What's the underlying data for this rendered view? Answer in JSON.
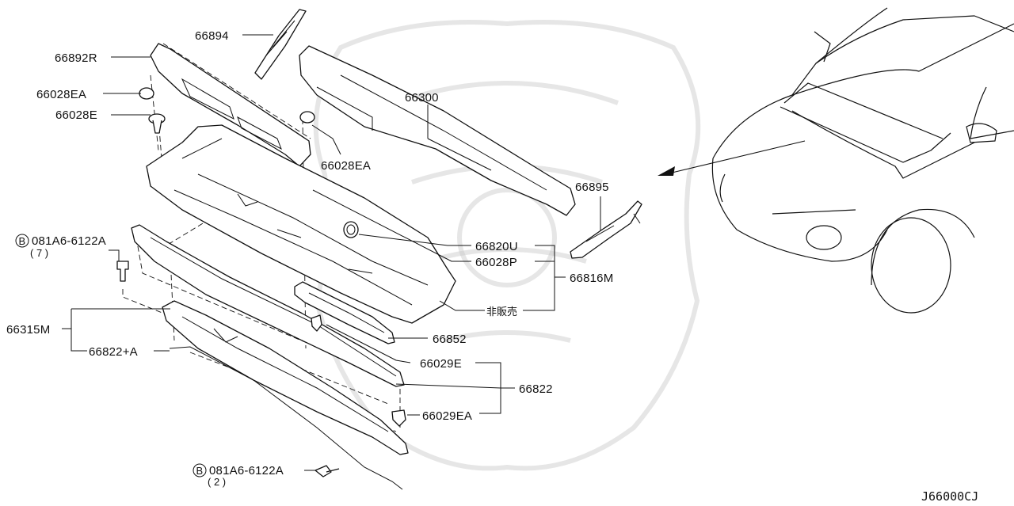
{
  "diagram_code": "J66000CJ",
  "non_sale_note": "非販売",
  "bolt_symbol": "B",
  "labels": {
    "p66894": "66894",
    "p66892R": "66892R",
    "p66028EA_top": "66028EA",
    "p66028E": "66028E",
    "p66300": "66300",
    "p66028EA_mid": "66028EA",
    "p66895": "66895",
    "bolt_top_code": "081A6-6122A",
    "bolt_top_qty": "( 7 )",
    "p66820U": "66820U",
    "p66028P": "66028P",
    "p66816M": "66816M",
    "p66315M": "66315M",
    "p66822A": "66822+A",
    "p66852": "66852",
    "p66029E": "66029E",
    "p66822": "66822",
    "p66029EA": "66029EA",
    "bolt_bottom_code": "081A6-6122A",
    "bolt_bottom_qty": "( 2 )"
  }
}
